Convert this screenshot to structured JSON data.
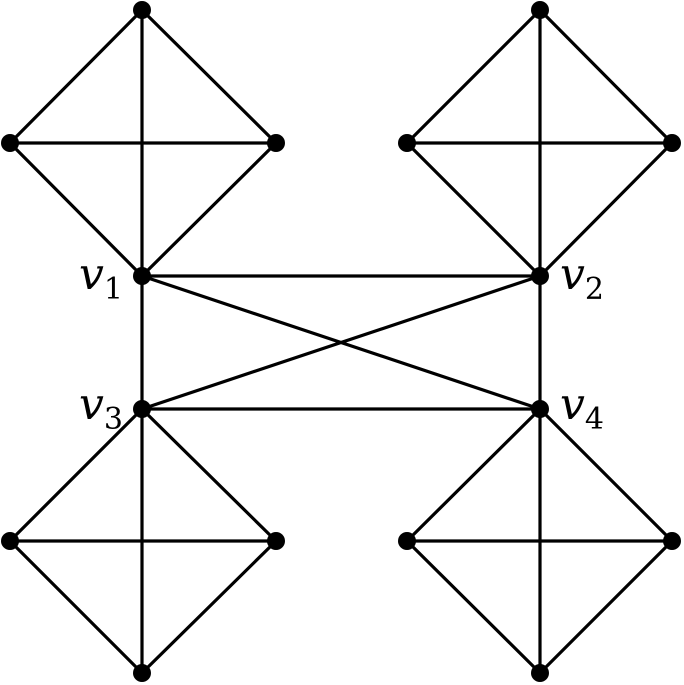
{
  "graph": {
    "labels": {
      "v1": {
        "base": "v",
        "sub": "1"
      },
      "v2": {
        "base": "v",
        "sub": "2"
      },
      "v3": {
        "base": "v",
        "sub": "3"
      },
      "v4": {
        "base": "v",
        "sub": "4"
      }
    },
    "vertices": [
      "v1",
      "v2",
      "v3",
      "v4",
      "a1",
      "a2",
      "a3",
      "b1",
      "b2",
      "b3",
      "c1",
      "c2",
      "c3",
      "d1",
      "d2",
      "d3"
    ],
    "edges": [
      [
        "v1",
        "v2"
      ],
      [
        "v1",
        "v3"
      ],
      [
        "v1",
        "v4"
      ],
      [
        "v2",
        "v3"
      ],
      [
        "v2",
        "v4"
      ],
      [
        "v3",
        "v4"
      ],
      [
        "v1",
        "a1"
      ],
      [
        "v1",
        "a2"
      ],
      [
        "v1",
        "a3"
      ],
      [
        "a1",
        "a2"
      ],
      [
        "a1",
        "a3"
      ],
      [
        "a2",
        "a3"
      ],
      [
        "v2",
        "b1"
      ],
      [
        "v2",
        "b2"
      ],
      [
        "v2",
        "b3"
      ],
      [
        "b1",
        "b2"
      ],
      [
        "b1",
        "b3"
      ],
      [
        "b2",
        "b3"
      ],
      [
        "v3",
        "c1"
      ],
      [
        "v3",
        "c2"
      ],
      [
        "v3",
        "c3"
      ],
      [
        "c1",
        "c2"
      ],
      [
        "c1",
        "c3"
      ],
      [
        "c2",
        "c3"
      ],
      [
        "v4",
        "d1"
      ],
      [
        "v4",
        "d2"
      ],
      [
        "v4",
        "d3"
      ],
      [
        "d1",
        "d2"
      ],
      [
        "d1",
        "d3"
      ],
      [
        "d2",
        "d3"
      ]
    ],
    "colors": {
      "stroke": "#000000",
      "background": "#ffffff"
    }
  }
}
